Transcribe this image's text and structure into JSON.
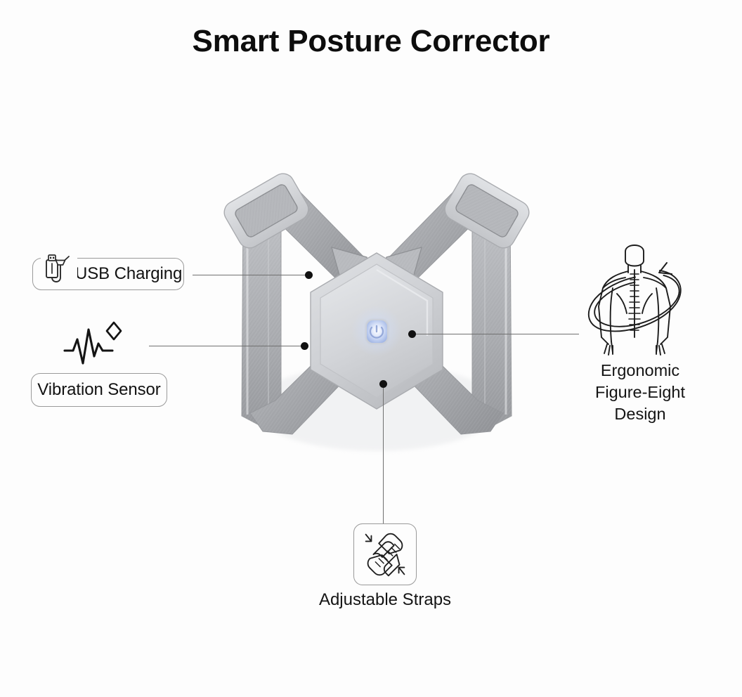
{
  "page": {
    "title": "Smart Posture Corrector",
    "background_color": "#fdfdfd",
    "text_color": "#121212",
    "line_color": "#707070",
    "dot_color": "#111111"
  },
  "product": {
    "name": "posture corrector brace",
    "body_color": "#c8cace",
    "strap_color": "#a9abaf",
    "buckle_color": "#d2d4d8",
    "led_color": "#b9c8ef",
    "led_glow_color": "#eef2fd",
    "shape": "hexagonal central module with four X-pattern straps"
  },
  "callouts": [
    {
      "id": "usb-charging",
      "label": "USB Charging",
      "icon": "usb-cable-icon",
      "position": "left-upper",
      "style": "boxed-label-with-icon"
    },
    {
      "id": "vibration-sensor",
      "label": "Vibration Sensor",
      "icon": "vibration-waveform-icon",
      "position": "left-lower",
      "style": "icon-above-boxed-label"
    },
    {
      "id": "ergonomic-design",
      "label_lines": [
        "Ergonomic",
        "Figure-Eight",
        "Design"
      ],
      "icon": "human-back-spine-icon",
      "position": "right",
      "style": "illustration-above-caption"
    },
    {
      "id": "adjustable-straps",
      "label": "Adjustable Straps",
      "icon": "adjustable-straps-icon",
      "position": "bottom",
      "style": "boxed-icon-above-caption"
    }
  ]
}
